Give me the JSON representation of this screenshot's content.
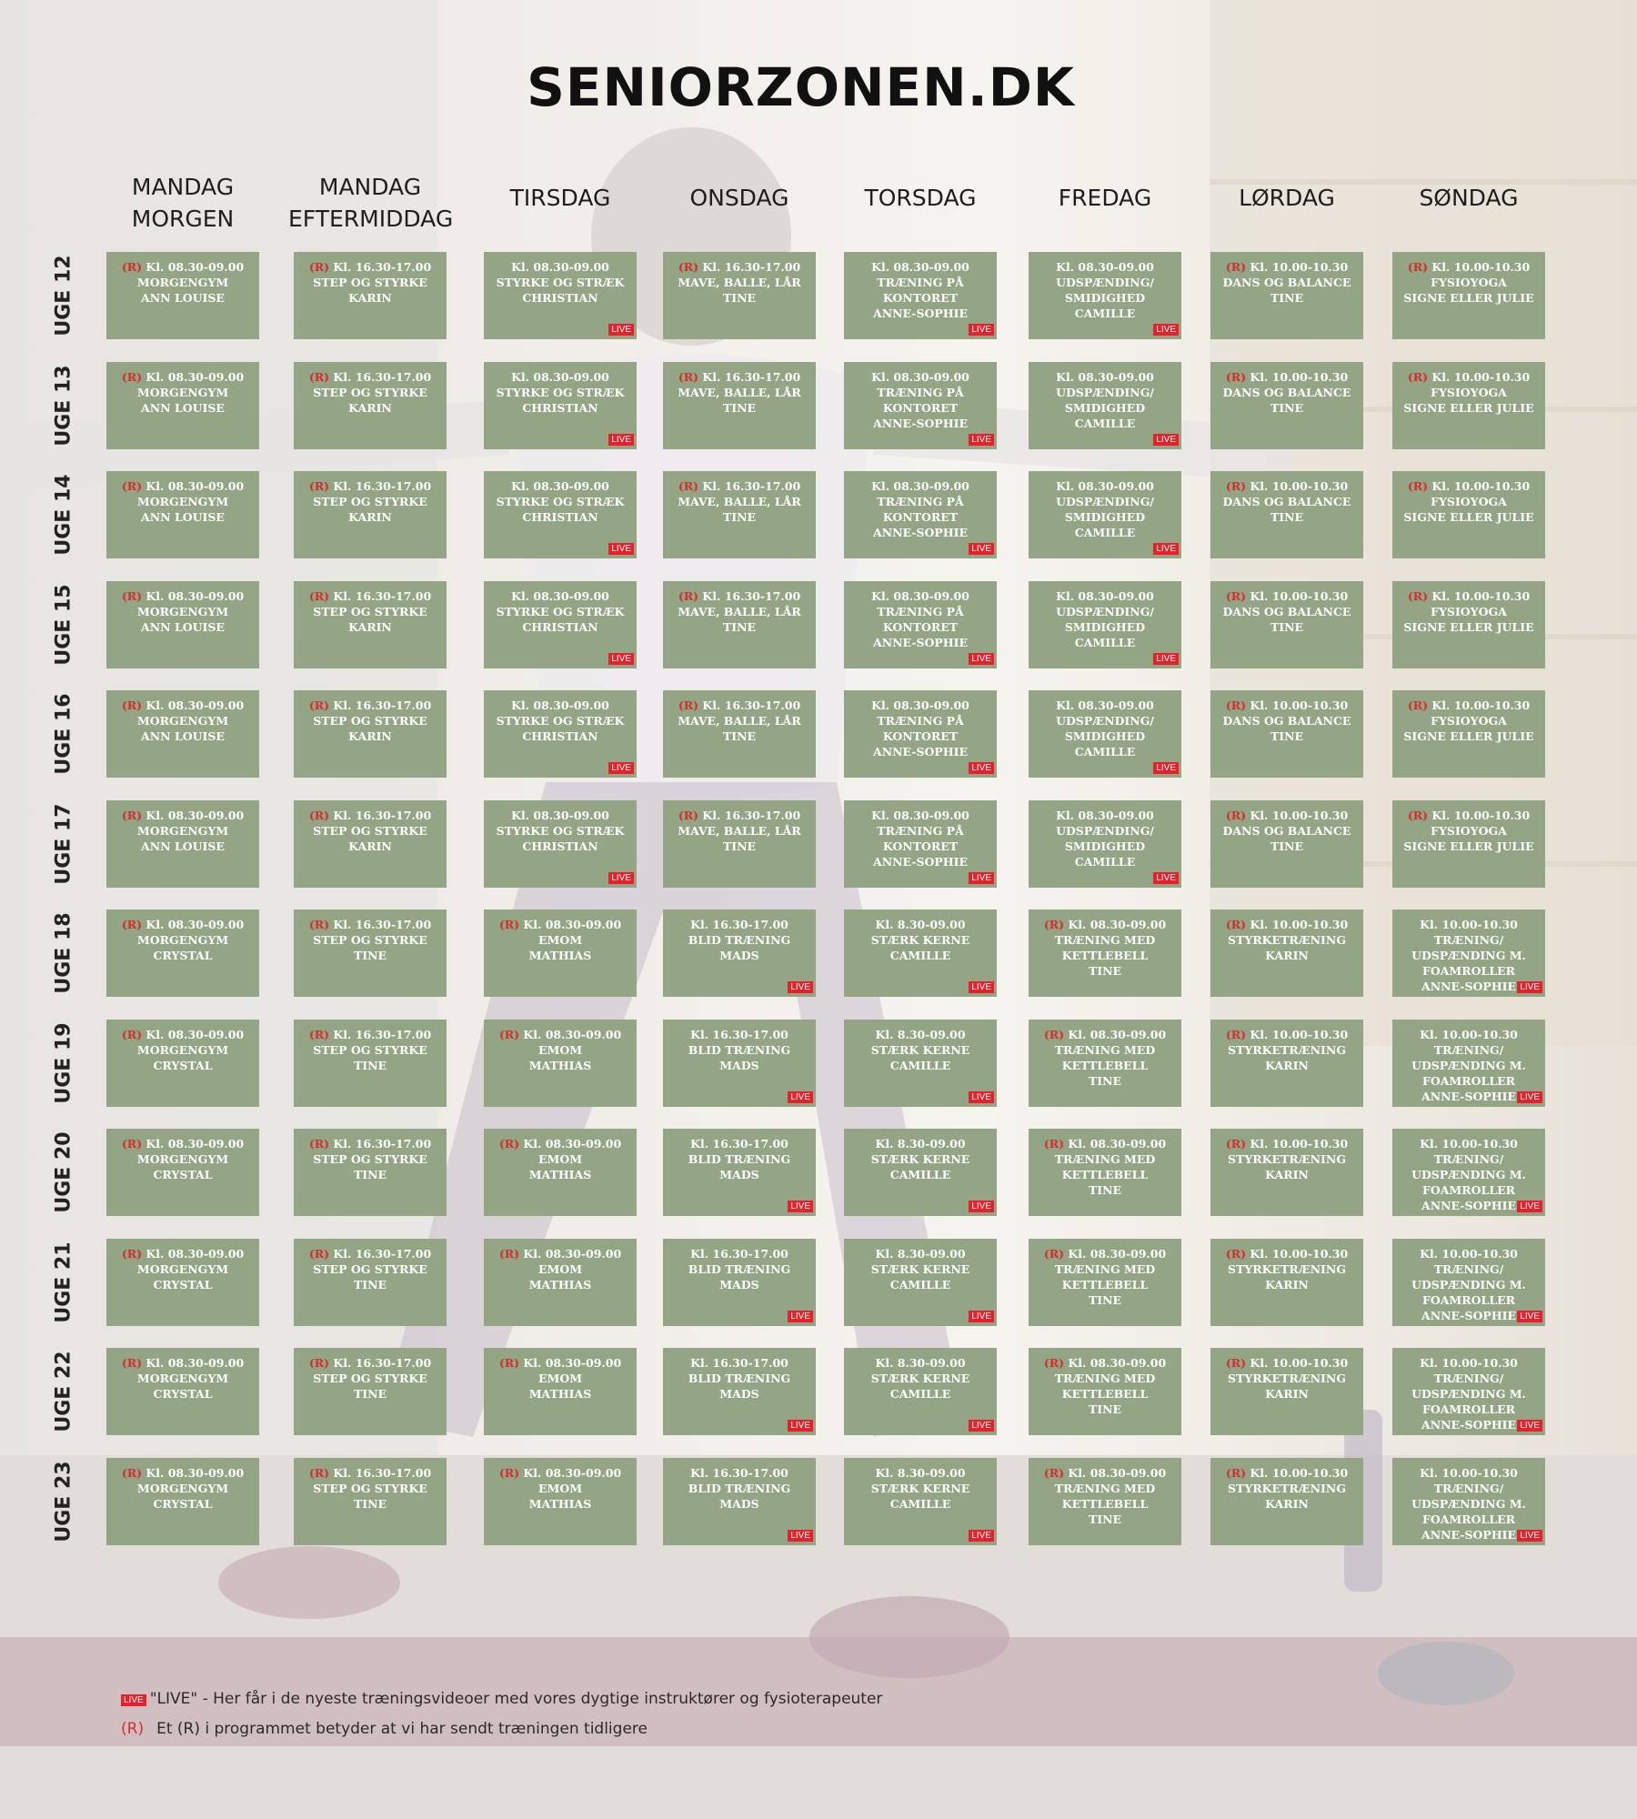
{
  "title": "SENIORZONEN.DK",
  "days": [
    "MANDAG\nMORGEN",
    "MANDAG\nEFTERMIDDAG",
    "TIRSDAG",
    "ONSDAG",
    "TORSDAG",
    "FREDAG",
    "LØRDAG",
    "SØNDAG"
  ],
  "weeks": [
    "UGE 12",
    "UGE 13",
    "UGE 14",
    "UGE 15",
    "UGE 16",
    "UGE 17",
    "UGE 18",
    "UGE 19",
    "UGE 20",
    "UGE 21",
    "UGE 22",
    "UGE 23"
  ],
  "r_marker": "(R)",
  "live_badge": "LIVE",
  "colors": {
    "cell": "#93a585",
    "r_marker": "#d62d2d",
    "live_badge": "#e8202a"
  },
  "schedule": [
    [
      {
        "r": true,
        "time": "Kl. 08.30-09.00",
        "name": "MORGENGYM",
        "instructor": "ANN LOUISE",
        "live": false
      },
      {
        "r": true,
        "time": "Kl. 16.30-17.00",
        "name": "STEP OG STYRKE",
        "instructor": "KARIN",
        "live": false
      },
      {
        "r": false,
        "time": "Kl. 08.30-09.00",
        "name": "STYRKE OG STRÆK",
        "instructor": "CHRISTIAN",
        "live": true
      },
      {
        "r": true,
        "time": "Kl. 16.30-17.00",
        "name": "MAVE, BALLE, LÅR",
        "instructor": "TINE",
        "live": false
      },
      {
        "r": false,
        "time": "Kl. 08.30-09.00",
        "name": "TRÆNING PÅ KONTORET",
        "instructor": "ANNE-SOPHIE",
        "live": true
      },
      {
        "r": false,
        "time": "Kl. 08.30-09.00",
        "name": "UDSPÆNDING/ SMIDIGHED",
        "instructor": "CAMILLE",
        "live": true
      },
      {
        "r": true,
        "time": "Kl. 10.00-10.30",
        "name": "DANS OG BALANCE",
        "instructor": "TINE",
        "live": false
      },
      {
        "r": true,
        "time": "Kl. 10.00-10.30",
        "name": "FYSIOYOGA",
        "instructor": "SIGNE ELLER JULIE",
        "live": false
      }
    ],
    [
      {
        "r": true,
        "time": "Kl. 08.30-09.00",
        "name": "MORGENGYM",
        "instructor": "ANN LOUISE",
        "live": false
      },
      {
        "r": true,
        "time": "Kl. 16.30-17.00",
        "name": "STEP OG STYRKE",
        "instructor": "KARIN",
        "live": false
      },
      {
        "r": false,
        "time": "Kl. 08.30-09.00",
        "name": "STYRKE OG STRÆK",
        "instructor": "CHRISTIAN",
        "live": true
      },
      {
        "r": true,
        "time": "Kl. 16.30-17.00",
        "name": "MAVE, BALLE, LÅR",
        "instructor": "TINE",
        "live": false
      },
      {
        "r": false,
        "time": "Kl. 08.30-09.00",
        "name": "TRÆNING PÅ KONTORET",
        "instructor": "ANNE-SOPHIE",
        "live": true
      },
      {
        "r": false,
        "time": "Kl. 08.30-09.00",
        "name": "UDSPÆNDING/ SMIDIGHED",
        "instructor": "CAMILLE",
        "live": true
      },
      {
        "r": true,
        "time": "Kl. 10.00-10.30",
        "name": "DANS OG BALANCE",
        "instructor": "TINE",
        "live": false
      },
      {
        "r": true,
        "time": "Kl. 10.00-10.30",
        "name": "FYSIOYOGA",
        "instructor": "SIGNE ELLER JULIE",
        "live": false
      }
    ],
    [
      {
        "r": true,
        "time": "Kl. 08.30-09.00",
        "name": "MORGENGYM",
        "instructor": "ANN LOUISE",
        "live": false
      },
      {
        "r": true,
        "time": "Kl. 16.30-17.00",
        "name": "STEP OG STYRKE",
        "instructor": "KARIN",
        "live": false
      },
      {
        "r": false,
        "time": "Kl. 08.30-09.00",
        "name": "STYRKE OG STRÆK",
        "instructor": "CHRISTIAN",
        "live": true
      },
      {
        "r": true,
        "time": "Kl. 16.30-17.00",
        "name": "MAVE, BALLE, LÅR",
        "instructor": "TINE",
        "live": false
      },
      {
        "r": false,
        "time": "Kl. 08.30-09.00",
        "name": "TRÆNING PÅ KONTORET",
        "instructor": "ANNE-SOPHIE",
        "live": true
      },
      {
        "r": false,
        "time": "Kl. 08.30-09.00",
        "name": "UDSPÆNDING/ SMIDIGHED",
        "instructor": "CAMILLE",
        "live": true
      },
      {
        "r": true,
        "time": "Kl. 10.00-10.30",
        "name": "DANS OG BALANCE",
        "instructor": "TINE",
        "live": false
      },
      {
        "r": true,
        "time": "Kl. 10.00-10.30",
        "name": "FYSIOYOGA",
        "instructor": "SIGNE ELLER JULIE",
        "live": false
      }
    ],
    [
      {
        "r": true,
        "time": "Kl. 08.30-09.00",
        "name": "MORGENGYM",
        "instructor": "ANN LOUISE",
        "live": false
      },
      {
        "r": true,
        "time": "Kl. 16.30-17.00",
        "name": "STEP OG STYRKE",
        "instructor": "KARIN",
        "live": false
      },
      {
        "r": false,
        "time": "Kl. 08.30-09.00",
        "name": "STYRKE OG STRÆK",
        "instructor": "CHRISTIAN",
        "live": true
      },
      {
        "r": true,
        "time": "Kl. 16.30-17.00",
        "name": "MAVE, BALLE, LÅR",
        "instructor": "TINE",
        "live": false
      },
      {
        "r": false,
        "time": "Kl. 08.30-09.00",
        "name": "TRÆNING PÅ KONTORET",
        "instructor": "ANNE-SOPHIE",
        "live": true
      },
      {
        "r": false,
        "time": "Kl. 08.30-09.00",
        "name": "UDSPÆNDING/ SMIDIGHED",
        "instructor": "CAMILLE",
        "live": true
      },
      {
        "r": true,
        "time": "Kl. 10.00-10.30",
        "name": "DANS OG BALANCE",
        "instructor": "TINE",
        "live": false
      },
      {
        "r": true,
        "time": "Kl. 10.00-10.30",
        "name": "FYSIOYOGA",
        "instructor": "SIGNE ELLER JULIE",
        "live": false
      }
    ],
    [
      {
        "r": true,
        "time": "Kl. 08.30-09.00",
        "name": "MORGENGYM",
        "instructor": "ANN LOUISE",
        "live": false
      },
      {
        "r": true,
        "time": "Kl. 16.30-17.00",
        "name": "STEP OG STYRKE",
        "instructor": "KARIN",
        "live": false
      },
      {
        "r": false,
        "time": "Kl. 08.30-09.00",
        "name": "STYRKE OG STRÆK",
        "instructor": "CHRISTIAN",
        "live": true
      },
      {
        "r": true,
        "time": "Kl. 16.30-17.00",
        "name": "MAVE, BALLE, LÅR",
        "instructor": "TINE",
        "live": false
      },
      {
        "r": false,
        "time": "Kl. 08.30-09.00",
        "name": "TRÆNING PÅ KONTORET",
        "instructor": "ANNE-SOPHIE",
        "live": true
      },
      {
        "r": false,
        "time": "Kl. 08.30-09.00",
        "name": "UDSPÆNDING/ SMIDIGHED",
        "instructor": "CAMILLE",
        "live": true
      },
      {
        "r": true,
        "time": "Kl. 10.00-10.30",
        "name": "DANS OG BALANCE",
        "instructor": "TINE",
        "live": false
      },
      {
        "r": true,
        "time": "Kl. 10.00-10.30",
        "name": "FYSIOYOGA",
        "instructor": "SIGNE ELLER JULIE",
        "live": false
      }
    ],
    [
      {
        "r": true,
        "time": "Kl. 08.30-09.00",
        "name": "MORGENGYM",
        "instructor": "ANN LOUISE",
        "live": false
      },
      {
        "r": true,
        "time": "Kl. 16.30-17.00",
        "name": "STEP OG STYRKE",
        "instructor": "KARIN",
        "live": false
      },
      {
        "r": false,
        "time": "Kl. 08.30-09.00",
        "name": "STYRKE OG STRÆK",
        "instructor": "CHRISTIAN",
        "live": true
      },
      {
        "r": true,
        "time": "Kl. 16.30-17.00",
        "name": "MAVE, BALLE, LÅR",
        "instructor": "TINE",
        "live": false
      },
      {
        "r": false,
        "time": "Kl. 08.30-09.00",
        "name": "TRÆNING PÅ KONTORET",
        "instructor": "ANNE-SOPHIE",
        "live": true
      },
      {
        "r": false,
        "time": "Kl. 08.30-09.00",
        "name": "UDSPÆNDING/ SMIDIGHED",
        "instructor": "CAMILLE",
        "live": true
      },
      {
        "r": true,
        "time": "Kl. 10.00-10.30",
        "name": "DANS OG BALANCE",
        "instructor": "TINE",
        "live": false
      },
      {
        "r": true,
        "time": "Kl. 10.00-10.30",
        "name": "FYSIOYOGA",
        "instructor": "SIGNE ELLER JULIE",
        "live": false
      }
    ],
    [
      {
        "r": true,
        "time": "Kl. 08.30-09.00",
        "name": "MORGENGYM",
        "instructor": "CRYSTAL",
        "live": false
      },
      {
        "r": true,
        "time": "Kl. 16.30-17.00",
        "name": "STEP OG STYRKE",
        "instructor": "TINE",
        "live": false
      },
      {
        "r": true,
        "time": "Kl. 08.30-09.00",
        "name": "EMOM",
        "instructor": "MATHIAS",
        "live": false
      },
      {
        "r": false,
        "time": "Kl. 16.30-17.00",
        "name": "BLID TRÆNING",
        "instructor": "MADS",
        "live": true
      },
      {
        "r": false,
        "time": "Kl. 8.30-09.00",
        "name": "STÆRK KERNE",
        "instructor": "CAMILLE",
        "live": true
      },
      {
        "r": true,
        "time": "Kl. 08.30-09.00",
        "name": "TRÆNING MED KETTLEBELL",
        "instructor": "TINE",
        "live": false
      },
      {
        "r": true,
        "time": "Kl. 10.00-10.30",
        "name": "STYRKETRÆNING",
        "instructor": "KARIN",
        "live": false
      },
      {
        "r": false,
        "time": "Kl. 10.00-10.30",
        "name": "TRÆNING/ UDSPÆNDING M. FOAMROLLER",
        "instructor": "ANNE-SOPHIE",
        "live": true
      }
    ],
    [
      {
        "r": true,
        "time": "Kl. 08.30-09.00",
        "name": "MORGENGYM",
        "instructor": "CRYSTAL",
        "live": false
      },
      {
        "r": true,
        "time": "Kl. 16.30-17.00",
        "name": "STEP OG STYRKE",
        "instructor": "TINE",
        "live": false
      },
      {
        "r": true,
        "time": "Kl. 08.30-09.00",
        "name": "EMOM",
        "instructor": "MATHIAS",
        "live": false
      },
      {
        "r": false,
        "time": "Kl. 16.30-17.00",
        "name": "BLID TRÆNING",
        "instructor": "MADS",
        "live": true
      },
      {
        "r": false,
        "time": "Kl. 8.30-09.00",
        "name": "STÆRK KERNE",
        "instructor": "CAMILLE",
        "live": true
      },
      {
        "r": true,
        "time": "Kl. 08.30-09.00",
        "name": "TRÆNING MED KETTLEBELL",
        "instructor": "TINE",
        "live": false
      },
      {
        "r": true,
        "time": "Kl. 10.00-10.30",
        "name": "STYRKETRÆNING",
        "instructor": "KARIN",
        "live": false
      },
      {
        "r": false,
        "time": "Kl. 10.00-10.30",
        "name": "TRÆNING/ UDSPÆNDING M. FOAMROLLER",
        "instructor": "ANNE-SOPHIE",
        "live": true
      }
    ],
    [
      {
        "r": true,
        "time": "Kl. 08.30-09.00",
        "name": "MORGENGYM",
        "instructor": "CRYSTAL",
        "live": false
      },
      {
        "r": true,
        "time": "Kl. 16.30-17.00",
        "name": "STEP OG STYRKE",
        "instructor": "TINE",
        "live": false
      },
      {
        "r": true,
        "time": "Kl. 08.30-09.00",
        "name": "EMOM",
        "instructor": "MATHIAS",
        "live": false
      },
      {
        "r": false,
        "time": "Kl. 16.30-17.00",
        "name": "BLID TRÆNING",
        "instructor": "MADS",
        "live": true
      },
      {
        "r": false,
        "time": "Kl. 8.30-09.00",
        "name": "STÆRK KERNE",
        "instructor": "CAMILLE",
        "live": true
      },
      {
        "r": true,
        "time": "Kl. 08.30-09.00",
        "name": "TRÆNING MED KETTLEBELL",
        "instructor": "TINE",
        "live": false
      },
      {
        "r": true,
        "time": "Kl. 10.00-10.30",
        "name": "STYRKETRÆNING",
        "instructor": "KARIN",
        "live": false
      },
      {
        "r": false,
        "time": "Kl. 10.00-10.30",
        "name": "TRÆNING/ UDSPÆNDING M. FOAMROLLER",
        "instructor": "ANNE-SOPHIE",
        "live": true
      }
    ],
    [
      {
        "r": true,
        "time": "Kl. 08.30-09.00",
        "name": "MORGENGYM",
        "instructor": "CRYSTAL",
        "live": false
      },
      {
        "r": true,
        "time": "Kl. 16.30-17.00",
        "name": "STEP OG STYRKE",
        "instructor": "TINE",
        "live": false
      },
      {
        "r": true,
        "time": "Kl. 08.30-09.00",
        "name": "EMOM",
        "instructor": "MATHIAS",
        "live": false
      },
      {
        "r": false,
        "time": "Kl. 16.30-17.00",
        "name": "BLID TRÆNING",
        "instructor": "MADS",
        "live": true
      },
      {
        "r": false,
        "time": "Kl. 8.30-09.00",
        "name": "STÆRK KERNE",
        "instructor": "CAMILLE",
        "live": true
      },
      {
        "r": true,
        "time": "Kl. 08.30-09.00",
        "name": "TRÆNING MED KETTLEBELL",
        "instructor": "TINE",
        "live": false
      },
      {
        "r": true,
        "time": "Kl. 10.00-10.30",
        "name": "STYRKETRÆNING",
        "instructor": "KARIN",
        "live": false
      },
      {
        "r": false,
        "time": "Kl. 10.00-10.30",
        "name": "TRÆNING/ UDSPÆNDING M. FOAMROLLER",
        "instructor": "ANNE-SOPHIE",
        "live": true
      }
    ],
    [
      {
        "r": true,
        "time": "Kl. 08.30-09.00",
        "name": "MORGENGYM",
        "instructor": "CRYSTAL",
        "live": false
      },
      {
        "r": true,
        "time": "Kl. 16.30-17.00",
        "name": "STEP OG STYRKE",
        "instructor": "TINE",
        "live": false
      },
      {
        "r": true,
        "time": "Kl. 08.30-09.00",
        "name": "EMOM",
        "instructor": "MATHIAS",
        "live": false
      },
      {
        "r": false,
        "time": "Kl. 16.30-17.00",
        "name": "BLID TRÆNING",
        "instructor": "MADS",
        "live": true
      },
      {
        "r": false,
        "time": "Kl. 8.30-09.00",
        "name": "STÆRK KERNE",
        "instructor": "CAMILLE",
        "live": true
      },
      {
        "r": true,
        "time": "Kl. 08.30-09.00",
        "name": "TRÆNING MED KETTLEBELL",
        "instructor": "TINE",
        "live": false
      },
      {
        "r": true,
        "time": "Kl. 10.00-10.30",
        "name": "STYRKETRÆNING",
        "instructor": "KARIN",
        "live": false
      },
      {
        "r": false,
        "time": "Kl. 10.00-10.30",
        "name": "TRÆNING/ UDSPÆNDING M. FOAMROLLER",
        "instructor": "ANNE-SOPHIE",
        "live": true
      }
    ],
    [
      {
        "r": true,
        "time": "Kl. 08.30-09.00",
        "name": "MORGENGYM",
        "instructor": "CRYSTAL",
        "live": false
      },
      {
        "r": true,
        "time": "Kl. 16.30-17.00",
        "name": "STEP OG STYRKE",
        "instructor": "TINE",
        "live": false
      },
      {
        "r": true,
        "time": "Kl. 08.30-09.00",
        "name": "EMOM",
        "instructor": "MATHIAS",
        "live": false
      },
      {
        "r": false,
        "time": "Kl. 16.30-17.00",
        "name": "BLID TRÆNING",
        "instructor": "MADS",
        "live": true
      },
      {
        "r": false,
        "time": "Kl. 8.30-09.00",
        "name": "STÆRK KERNE",
        "instructor": "CAMILLE",
        "live": true
      },
      {
        "r": true,
        "time": "Kl. 08.30-09.00",
        "name": "TRÆNING MED KETTLEBELL",
        "instructor": "TINE",
        "live": false
      },
      {
        "r": true,
        "time": "Kl. 10.00-10.30",
        "name": "STYRKETRÆNING",
        "instructor": "KARIN",
        "live": false
      },
      {
        "r": false,
        "time": "Kl. 10.00-10.30",
        "name": "TRÆNING/ UDSPÆNDING M. FOAMROLLER",
        "instructor": "ANNE-SOPHIE",
        "live": true
      }
    ]
  ],
  "legend": {
    "live_text": "\"LIVE\" - Her får i de nyeste træningsvideoer med vores dygtige instruktører og fysioterapeuter",
    "r_text": "Et (R) i programmet betyder at vi har sendt træningen tidligere"
  }
}
